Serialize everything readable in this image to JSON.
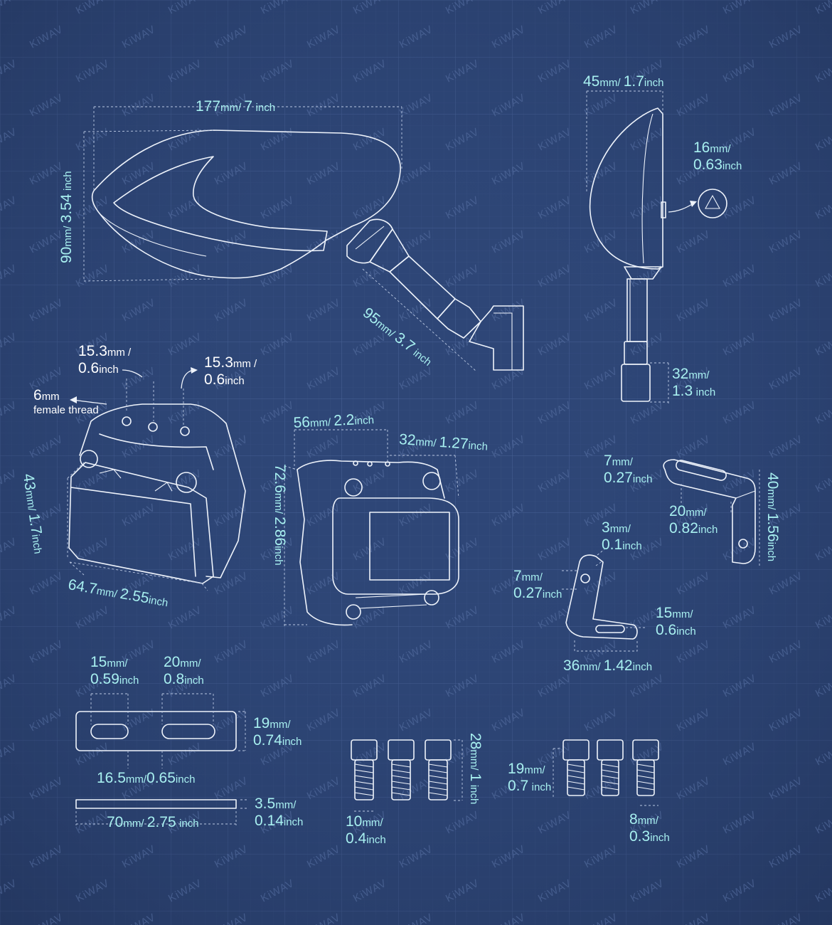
{
  "watermark": "KiWAV",
  "colors": {
    "background": "#2b4170",
    "line": "#eef3fb",
    "label": "#a8f0f0"
  },
  "labels": {
    "mirror_width": {
      "v1": "177",
      "u1": "mm",
      "v2": "7",
      "u2": "inch"
    },
    "mirror_height": {
      "v1": "90",
      "u1": "mm",
      "v2": "3.54",
      "u2": "inch"
    },
    "stem_length": {
      "v1": "95",
      "u1": "mm",
      "v2": "3.7",
      "u2": "inch"
    },
    "side_width": {
      "v1": "45",
      "u1": "mm",
      "v2": "1.7",
      "u2": "inch"
    },
    "emark": {
      "v1": "16",
      "u1": "mm",
      "v2": "0.63",
      "u2": "inch"
    },
    "bolt_height": {
      "v1": "32",
      "u1": "mm",
      "v2": "1.3",
      "u2": "inch"
    },
    "hole_spacing_1": {
      "v1": "15.3",
      "u1": "mm",
      "v2": "0.6",
      "u2": "inch"
    },
    "hole_spacing_2": {
      "v1": "15.3",
      "u1": "mm",
      "v2": "0.6",
      "u2": "inch"
    },
    "thread": {
      "v1": "6",
      "u1": "mm",
      "text": "female thread"
    },
    "clamp_height": {
      "v1": "43",
      "u1": "mm",
      "v2": "1.7",
      "u2": "inch"
    },
    "clamp_length": {
      "v1": "64.7",
      "u1": "mm",
      "v2": "2.55",
      "u2": "inch"
    },
    "clamp2_width": {
      "v1": "56",
      "u1": "mm",
      "v2": "2.2",
      "u2": "inch"
    },
    "clamp2_top": {
      "v1": "32",
      "u1": "mm",
      "v2": "1.27",
      "u2": "inch"
    },
    "clamp2_height": {
      "v1": "72.6",
      "u1": "mm",
      "v2": "2.86",
      "u2": "inch"
    },
    "bracket_a_slot": {
      "v1": "7",
      "u1": "mm",
      "v2": "0.27",
      "u2": "inch"
    },
    "bracket_a_length": {
      "v1": "20",
      "u1": "mm",
      "v2": "0.82",
      "u2": "inch"
    },
    "bracket_a_height": {
      "v1": "40",
      "u1": "mm",
      "v2": "1.56",
      "u2": "inch"
    },
    "bracket_b_thick": {
      "v1": "3",
      "u1": "mm",
      "v2": "0.1",
      "u2": "inch"
    },
    "bracket_b_hole": {
      "v1": "7",
      "u1": "mm",
      "v2": "0.27",
      "u2": "inch"
    },
    "bracket_b_slot": {
      "v1": "15",
      "u1": "mm",
      "v2": "0.6",
      "u2": "inch"
    },
    "bracket_b_width": {
      "v1": "36",
      "u1": "mm",
      "v2": "1.42",
      "u2": "inch"
    },
    "plate_slot1": {
      "v1": "15",
      "u1": "mm",
      "v2": "0.59",
      "u2": "inch"
    },
    "plate_slot2": {
      "v1": "20",
      "u1": "mm",
      "v2": "0.8",
      "u2": "inch"
    },
    "plate_height": {
      "v1": "19",
      "u1": "mm",
      "v2": "0.74",
      "u2": "inch"
    },
    "plate_spacing": {
      "v1": "16.5",
      "u1": "mm",
      "v2": "0.65",
      "u2": "inch"
    },
    "plate_thick": {
      "v1": "3.5",
      "u1": "mm",
      "v2": "0.14",
      "u2": "inch"
    },
    "plate_length": {
      "v1": "70",
      "u1": "mm",
      "v2": "2.75",
      "u2": "inch"
    },
    "bolts_a_length": {
      "v1": "28",
      "u1": "mm",
      "v2": "1",
      "u2": "inch"
    },
    "bolts_a_dia": {
      "v1": "10",
      "u1": "mm",
      "v2": "0.4",
      "u2": "inch"
    },
    "bolts_b_length": {
      "v1": "19",
      "u1": "mm",
      "v2": "0.7",
      "u2": "inch"
    },
    "bolts_b_dia": {
      "v1": "8",
      "u1": "mm",
      "v2": "0.3",
      "u2": "inch"
    }
  }
}
